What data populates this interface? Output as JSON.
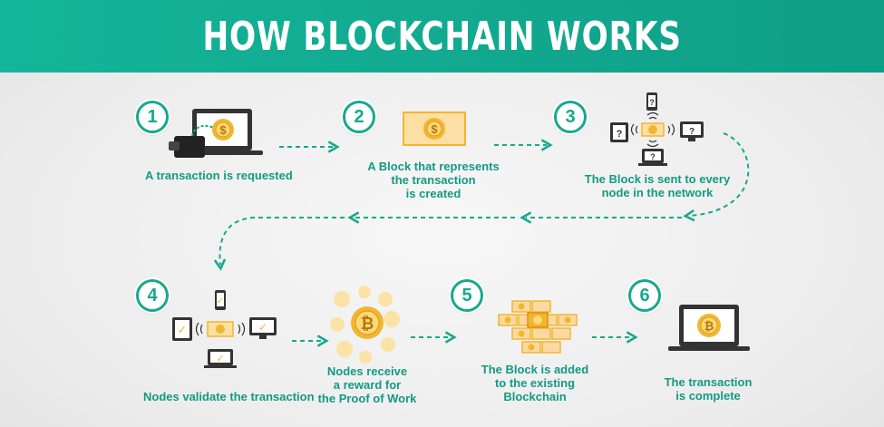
{
  "title": "HOW BLOCKCHAIN WORKS",
  "colors": {
    "teal": "#17a88f",
    "gold": "#f2b632",
    "gold_light": "#fcd87a",
    "dark": "#333333"
  },
  "steps": [
    {
      "number": "1",
      "caption": [
        "A transaction is requested"
      ]
    },
    {
      "number": "2",
      "caption": [
        "A Block that represents",
        "the transaction",
        "is created"
      ]
    },
    {
      "number": "3",
      "caption": [
        "The Block is sent to every",
        "node in the network"
      ]
    },
    {
      "number": "4",
      "caption": [
        "Nodes validate the transaction"
      ]
    },
    {
      "number": "",
      "caption": [
        "Nodes receive",
        "a reward for",
        "the Proof of Work"
      ]
    },
    {
      "number": "5",
      "caption": [
        "The Block is added",
        "to the existing",
        "Blockchain"
      ]
    },
    {
      "number": "6",
      "caption": [
        "The transaction",
        "is complete"
      ]
    }
  ],
  "icons": {
    "step1": "laptop-wallet-coin-icon",
    "step2": "dollar-block-icon",
    "step3": "network-broadcast-icon",
    "step4": "network-validate-icon",
    "step4b": "bitcoin-reward-icon",
    "step5": "blockchain-bricks-icon",
    "step6": "laptop-bitcoin-icon"
  },
  "symbols": {
    "dollar": "$",
    "bitcoin": "₿",
    "unknown": "?",
    "check": "✓"
  }
}
